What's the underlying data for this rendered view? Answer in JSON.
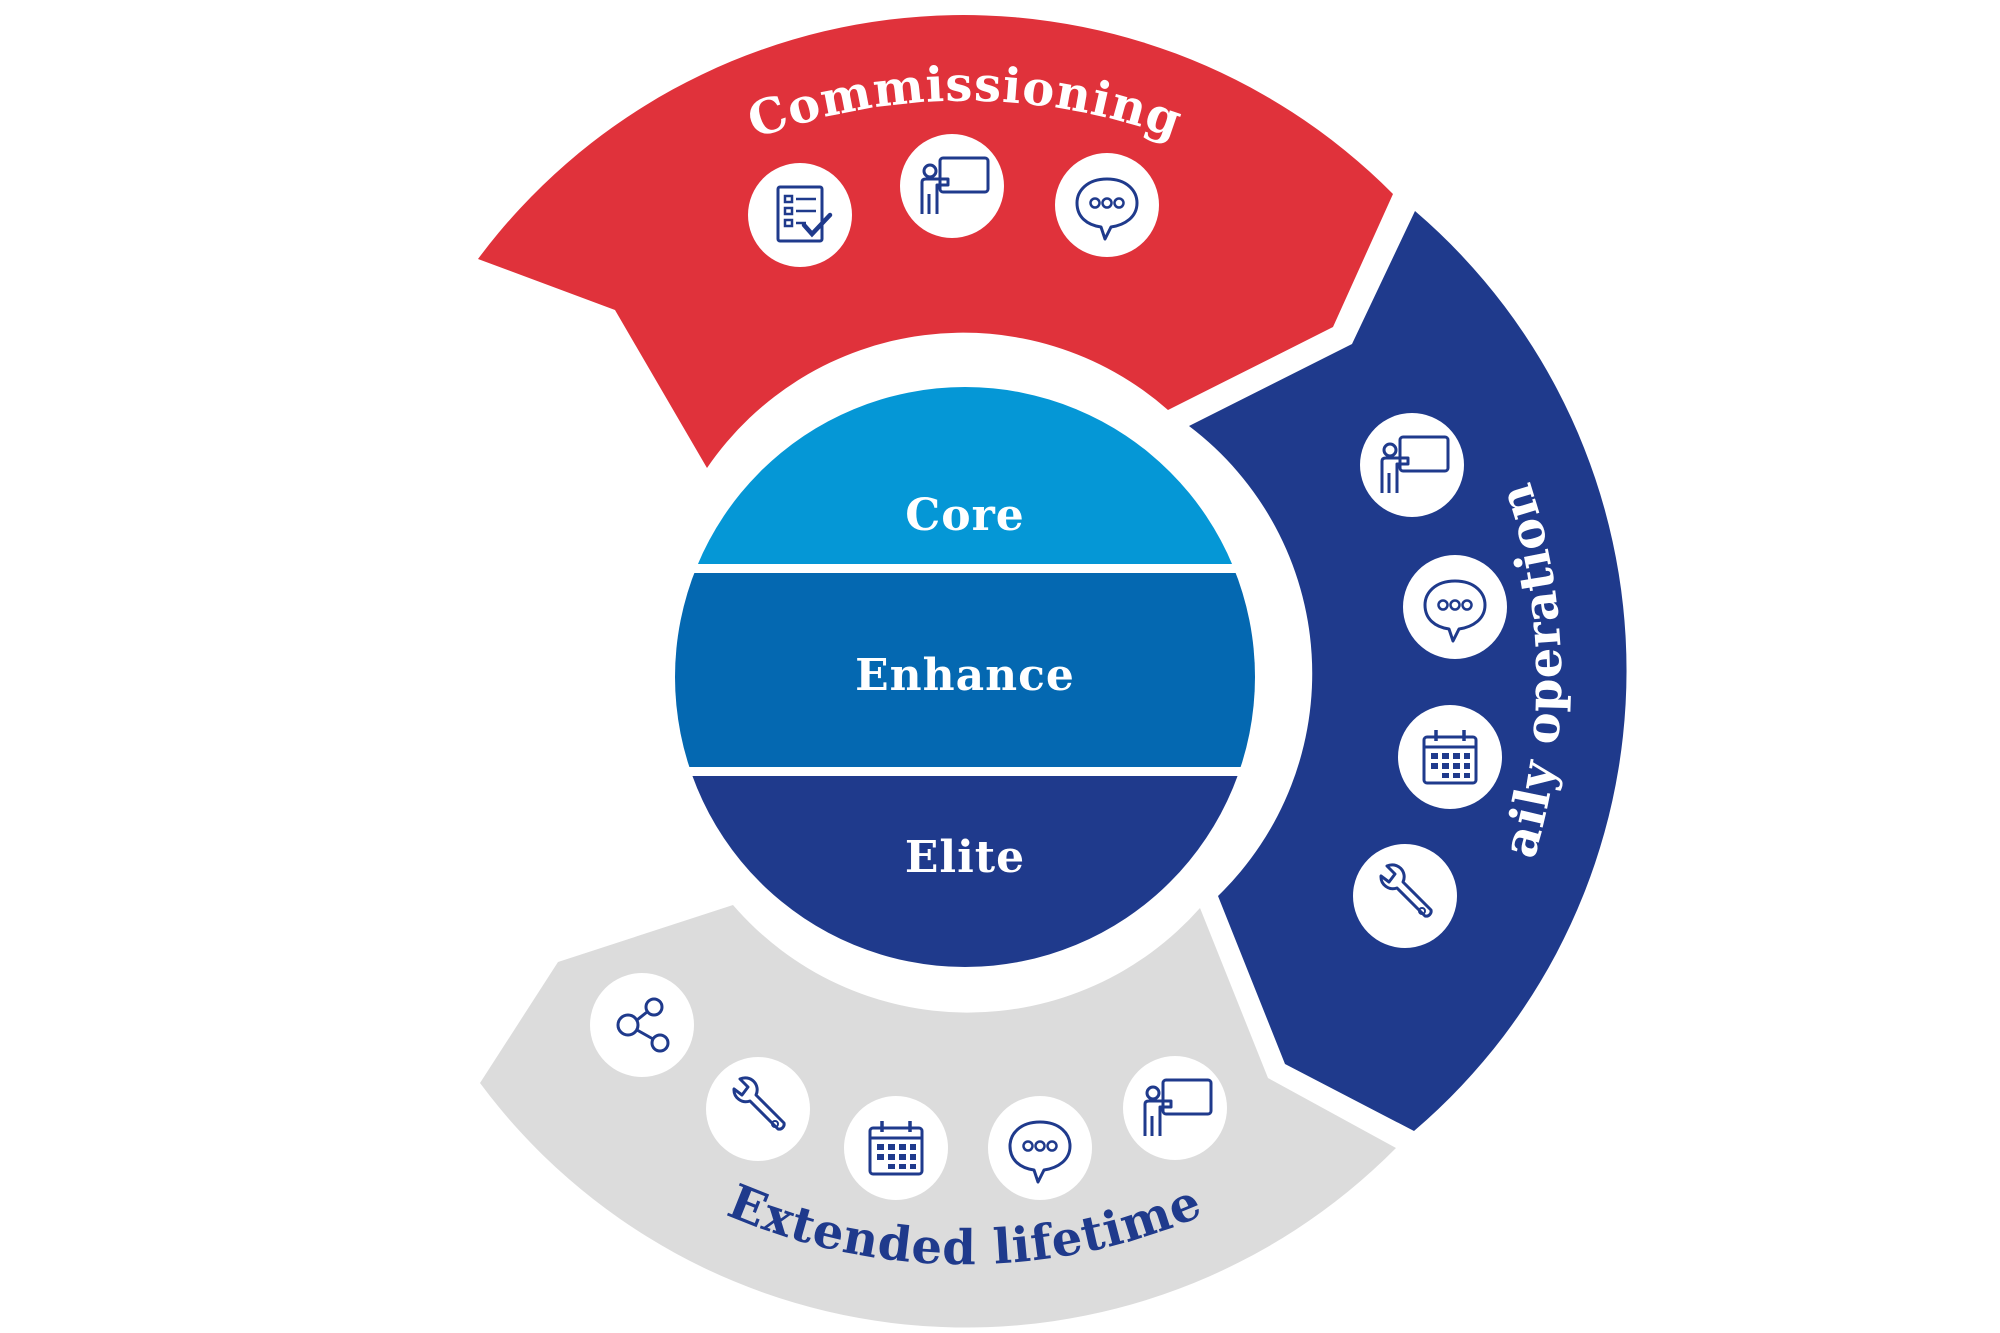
{
  "diagram": {
    "tiers": [
      {
        "label": "Core",
        "color": "#0597d6"
      },
      {
        "label": "Enhance",
        "color": "#0468b1"
      },
      {
        "label": "Elite",
        "color": "#1f3a8c"
      }
    ],
    "phases": [
      {
        "label": "Commissioning",
        "color": "#e0323b",
        "text_color": "#ffffff",
        "icons": [
          "checklist-icon",
          "presentation-icon",
          "chat-bubble-icon"
        ]
      },
      {
        "label": "Daily operations",
        "color": "#1f3a8c",
        "text_color": "#ffffff",
        "icons": [
          "presentation-icon",
          "chat-bubble-icon",
          "calendar-icon",
          "wrench-icon"
        ]
      },
      {
        "label": "Extended lifetime",
        "color": "#dcdcdc",
        "text_color": "#1f3a8c",
        "icons": [
          "share-icon",
          "wrench-icon",
          "calendar-icon",
          "chat-bubble-icon",
          "presentation-icon"
        ]
      }
    ],
    "icon_color": "#1f3a8c"
  }
}
